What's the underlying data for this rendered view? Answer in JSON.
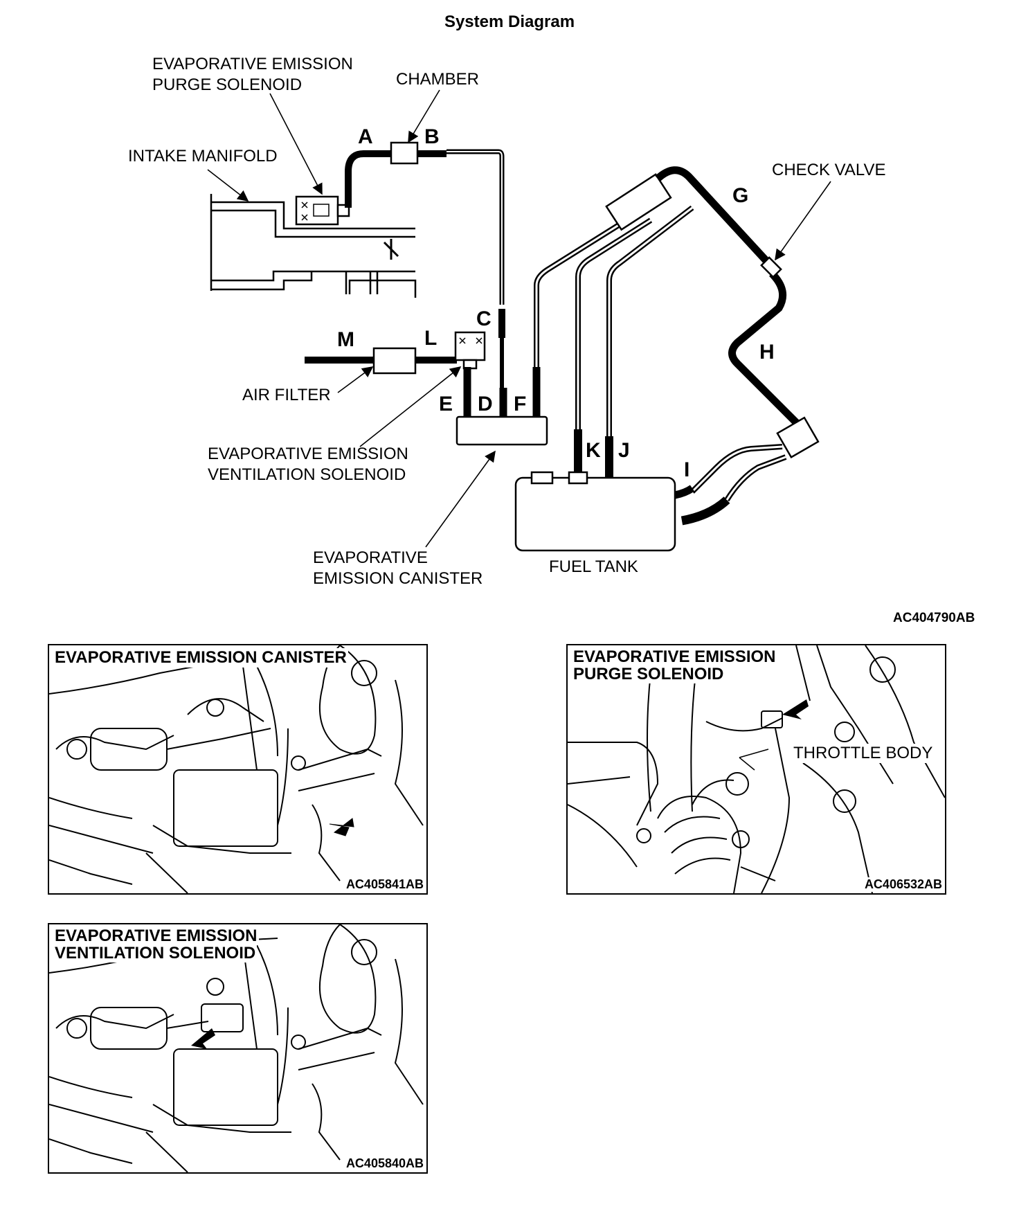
{
  "title": "System Diagram",
  "diagram": {
    "labels": {
      "purge_solenoid_1": "EVAPORATIVE EMISSION",
      "purge_solenoid_2": "PURGE SOLENOID",
      "chamber": "CHAMBER",
      "intake_manifold": "INTAKE MANIFOLD",
      "check_valve": "CHECK VALVE",
      "air_filter": "AIR FILTER",
      "vent_solenoid_1": "EVAPORATIVE EMISSION",
      "vent_solenoid_2": "VENTILATION SOLENOID",
      "canister_1": "EVAPORATIVE",
      "canister_2": "EMISSION CANISTER",
      "fuel_tank": "FUEL TANK"
    },
    "hoses": {
      "a": "A",
      "b": "B",
      "c": "C",
      "d": "D",
      "e": "E",
      "f": "F",
      "g": "G",
      "h": "H",
      "i": "I",
      "j": "J",
      "k": "K",
      "l": "L",
      "m": "M"
    },
    "reference": "AC404790AB"
  },
  "panels": {
    "canister": {
      "title": "EVAPORATIVE EMISSION CANISTER",
      "reference": "AC405841AB"
    },
    "purge": {
      "title_1": "EVAPORATIVE EMISSION",
      "title_2": "PURGE SOLENOID",
      "callout": "THROTTLE BODY",
      "reference": "AC406532AB"
    },
    "vent": {
      "title_1": "EVAPORATIVE EMISSION",
      "title_2": "VENTILATION SOLENOID",
      "reference": "AC405840AB"
    }
  }
}
